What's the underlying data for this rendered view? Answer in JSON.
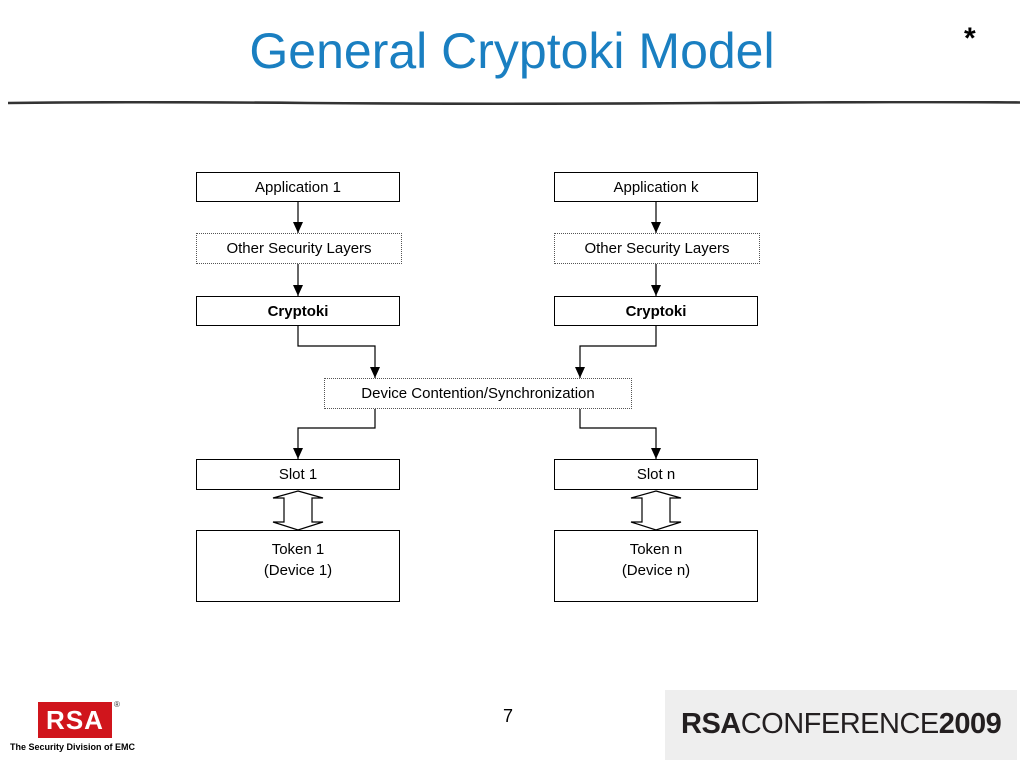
{
  "slide": {
    "title": "General Cryptoki Model",
    "marker": "*",
    "page_number": "7"
  },
  "diagram": {
    "left_column": {
      "application": "Application 1",
      "security_layers": "Other Security Layers",
      "cryptoki": "Cryptoki",
      "slot": "Slot 1",
      "token_line1": "Token 1",
      "token_line2": "(Device 1)"
    },
    "right_column": {
      "application": "Application k",
      "security_layers": "Other Security Layers",
      "cryptoki": "Cryptoki",
      "slot": "Slot n",
      "token_line1": "Token n",
      "token_line2": "(Device n)"
    },
    "center": {
      "contention": "Device Contention/Synchronization"
    }
  },
  "footer": {
    "rsa_logo_text": "RSA",
    "rsa_registered": "®",
    "rsa_tagline": "The Security Division of EMC",
    "conference_rsa": "RSA",
    "conference_word": "CONFERENCE",
    "conference_year": "2009"
  },
  "colors": {
    "title": "#1a7fc1",
    "rsa_red": "#d0151c",
    "footer_panel": "#eeeeee"
  }
}
